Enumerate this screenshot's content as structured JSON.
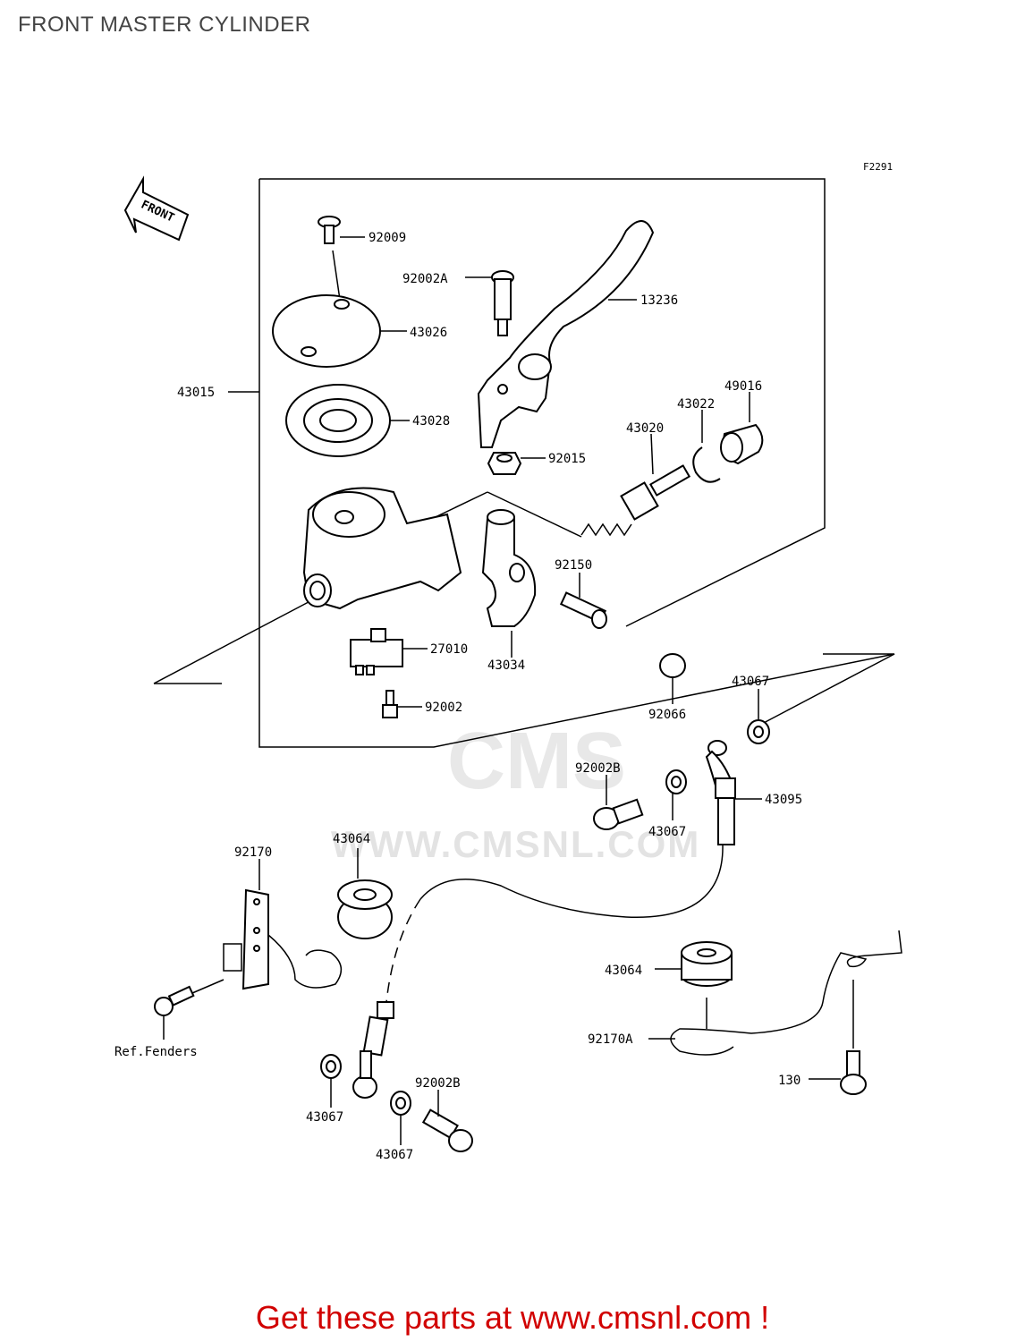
{
  "title": "FRONT MASTER CYLINDER",
  "figure_code": "F2291",
  "front_arrow_label": "FRONT",
  "watermark": {
    "logo": "CMS",
    "url": "WWW.CMSNL.COM"
  },
  "ref_note": "Ref.Fenders",
  "promo": "Get these parts at www.cmsnl.com !",
  "labels": {
    "p92009": "92009",
    "p92002A": "92002A",
    "p13236": "13236",
    "p43026": "43026",
    "p43015": "43015",
    "p43028": "43028",
    "p49016": "49016",
    "p43022": "43022",
    "p43020": "43020",
    "p92015": "92015",
    "p92150": "92150",
    "p27010": "27010",
    "p43034": "43034",
    "p92002": "92002",
    "p92066": "92066",
    "p43067a": "43067",
    "p92002B_a": "92002B",
    "p43095": "43095",
    "p43067b": "43067",
    "p43064a": "43064",
    "p92170": "92170",
    "p43064b": "43064",
    "p92170A": "92170A",
    "p130": "130",
    "p92002B_b": "92002B",
    "p43067c": "43067",
    "p43067d": "43067"
  }
}
